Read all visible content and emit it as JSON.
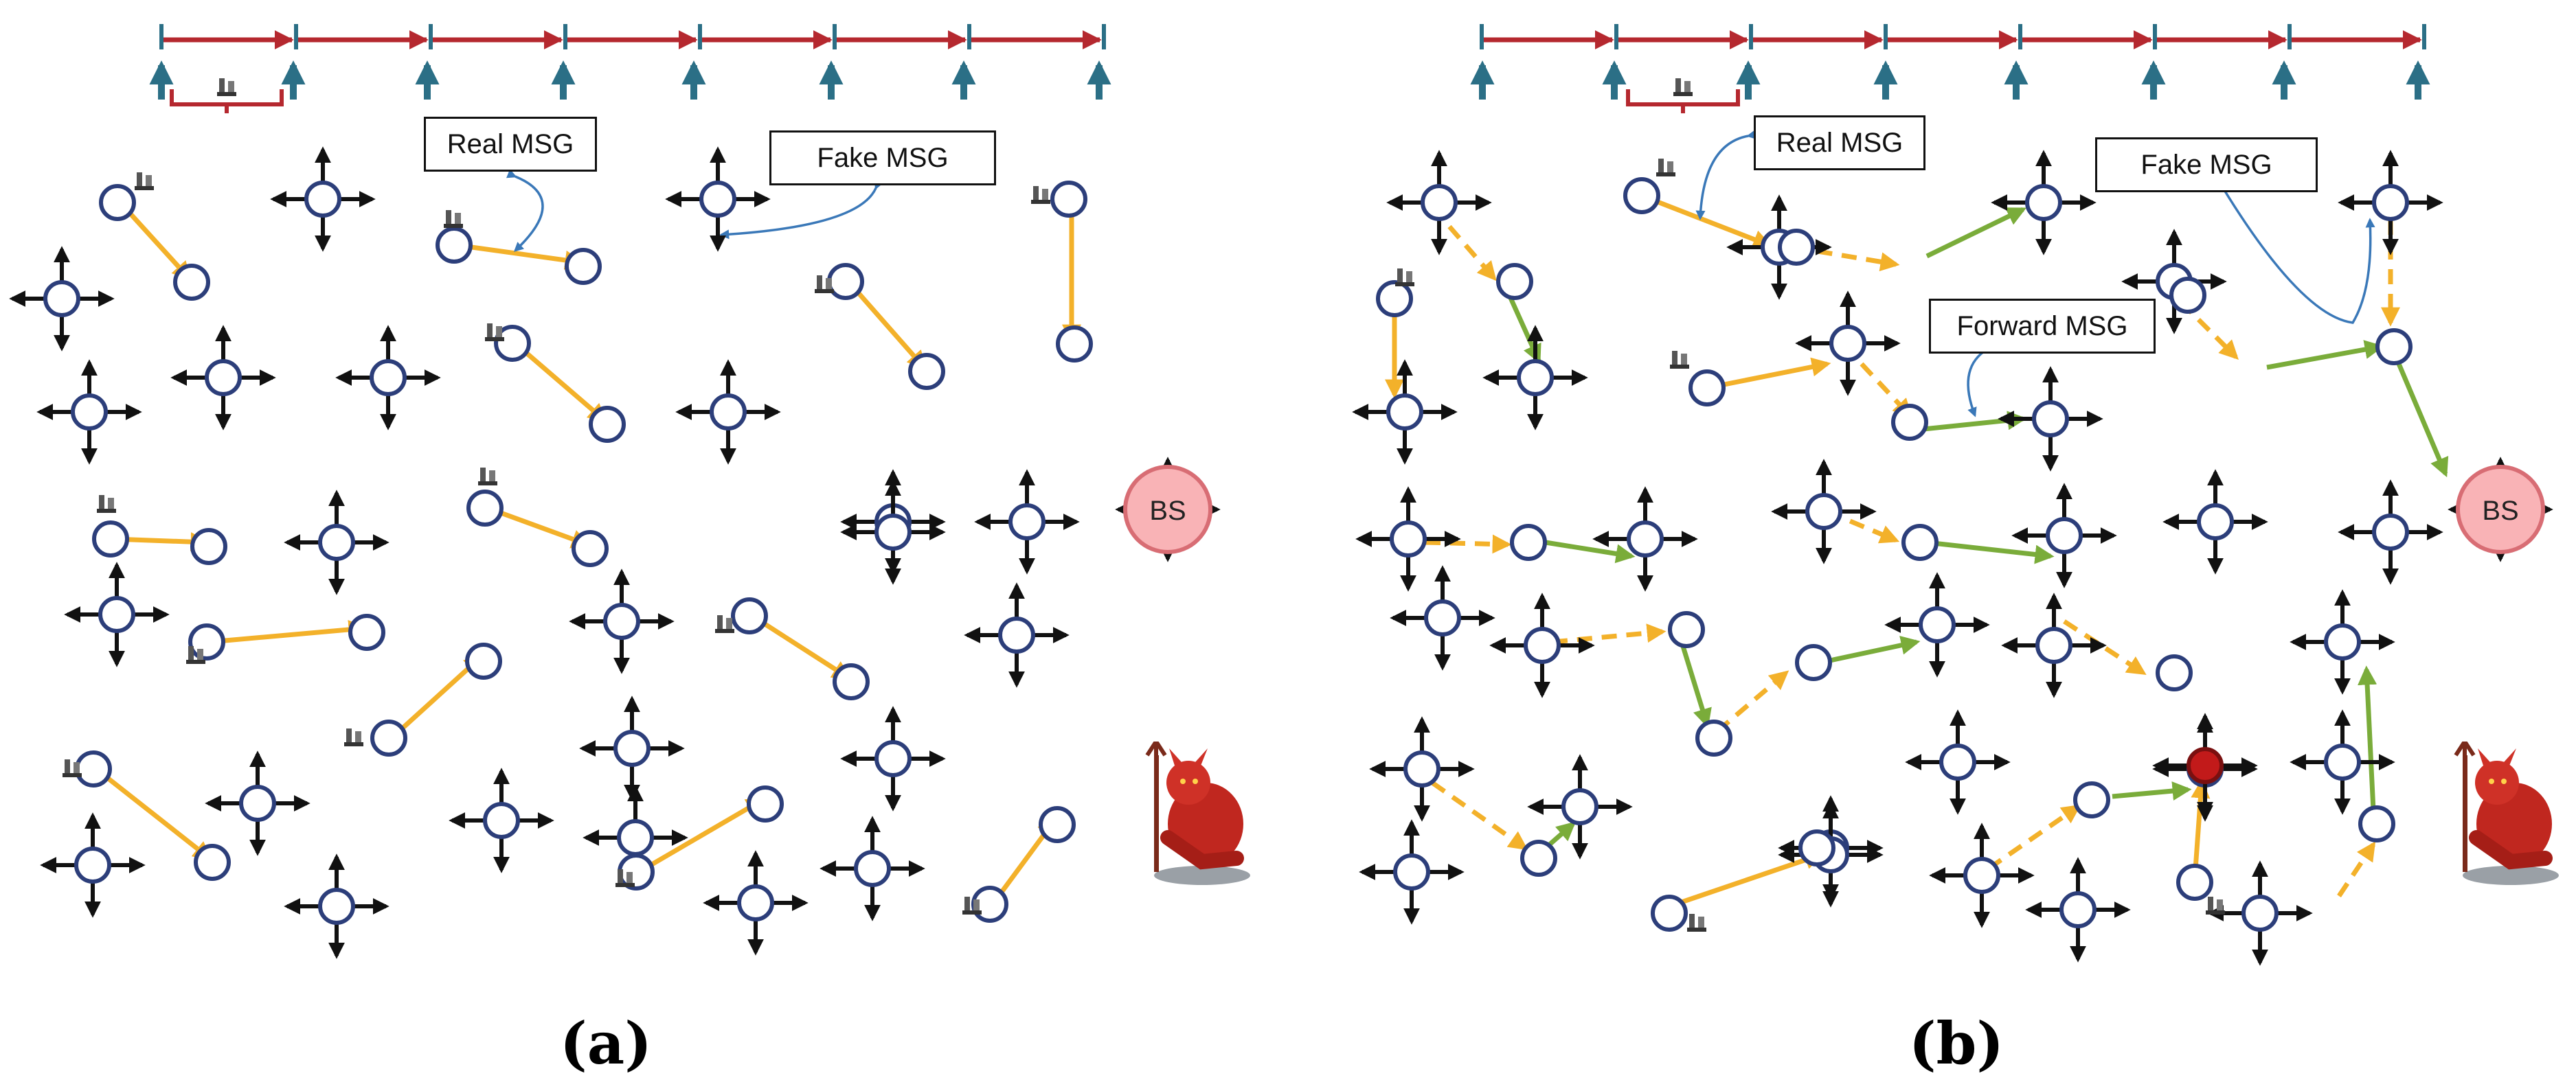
{
  "panels": [
    {
      "id": "a",
      "label": "(a)",
      "messages": [
        "Real MSG",
        "Fake MSG"
      ]
    },
    {
      "id": "b",
      "label": "(b)",
      "messages": [
        "Real MSG",
        "Fake MSG",
        "Forward MSG"
      ]
    }
  ],
  "base_station_label": "BS",
  "colors": {
    "timeline": "#b5282f",
    "tick": "#2b6f86",
    "real_path": "#f3b12a",
    "forward_path": "#7aac3a",
    "node_ring": "#2c3e7a",
    "base_station": "#f9b3b6",
    "compromised_node": "#c21a1a",
    "callout": "#3a78b8"
  }
}
